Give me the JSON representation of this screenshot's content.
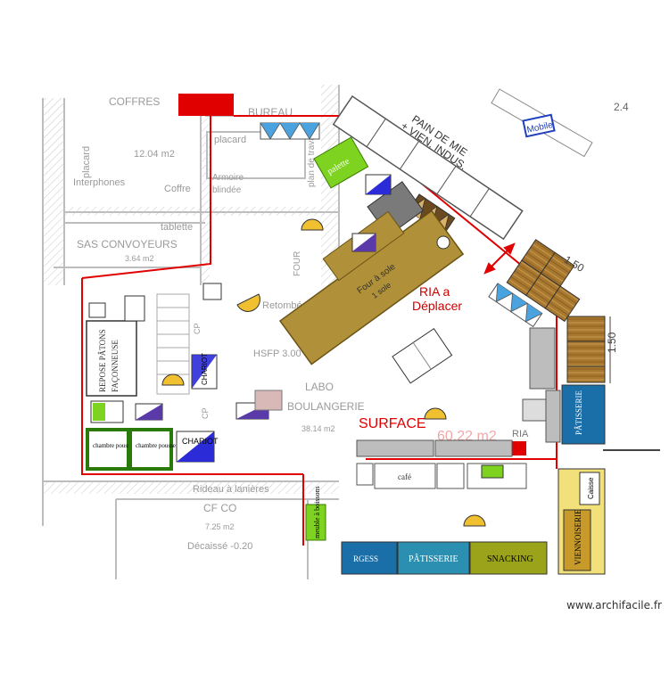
{
  "rooms": {
    "coffres": "COFFRES",
    "bureau": "BUREAU",
    "placard_left": "placard",
    "placard_bureau": "placard",
    "area_1204": "12.04 m2",
    "interphones": "Interphones",
    "coffre": "Coffre",
    "armoire": "Armoire\nblindée",
    "plan_travail": "plan de travail",
    "tablette": "tablette",
    "sas": "SAS CONVOYEURS",
    "area_364": "3.64 m2",
    "retombee": "Retombée",
    "hsfp": "HSFP 3.00",
    "labo": "LABO",
    "boulangerie": "BOULANGERIE",
    "area_3814": "38.14 m2",
    "rideau": "Rideau à lanières",
    "cfco": "CF CO",
    "area_725": "7.25 m2",
    "decaisse": "Décaissé -0.20",
    "cp1": "CP",
    "cp2": "CP",
    "four": "FOUR",
    "dim_24": "2.4",
    "dim_150a": "1.50",
    "dim_150b": "1.50"
  },
  "labels": {
    "pain_mie": "PAIN DE MIE",
    "vien_indus": "+ VIEN. INDUS.",
    "mobile": "Mobile",
    "palette": "palette",
    "ria_a": "RIA a",
    "deplacer": "Déplacer",
    "surface": "SURFACE",
    "surface_tail": "60.22 m2",
    "ria_small": "RIA",
    "repose": "REPOSE PÂTONS",
    "faconneuse": "FAÇONNEUSE",
    "chariot1": "CHARIOT",
    "chariot2": "CHARIOT",
    "meuble_boissons": "meuble à boissons",
    "patisserie": "PÂTISSERIE",
    "snacking": "SNACKING",
    "viennoiserie": "VIENNOISERIE",
    "caisse": "Caisse",
    "patisserie_right": "PÂTISSERIE",
    "vitrine_left": "RGESS",
    "four_sole": "Four à sole",
    "four_sole2": "1 sole",
    "cafe": "café",
    "chambre_pousse1": "chambre pousse",
    "chambre_pousse2": "chambre pousse"
  },
  "watermark": "www.archifacile.fr",
  "colors": {
    "wall_red": "#e00000",
    "wood": "#b09038",
    "green": "#7ed321",
    "blue_counter": "#1a6fa8",
    "snacking": "#9aa31a",
    "patisserie": "#2a8fb0",
    "viennoiserie": "#c79a2a",
    "caisse_fill": "#f2e07a"
  }
}
